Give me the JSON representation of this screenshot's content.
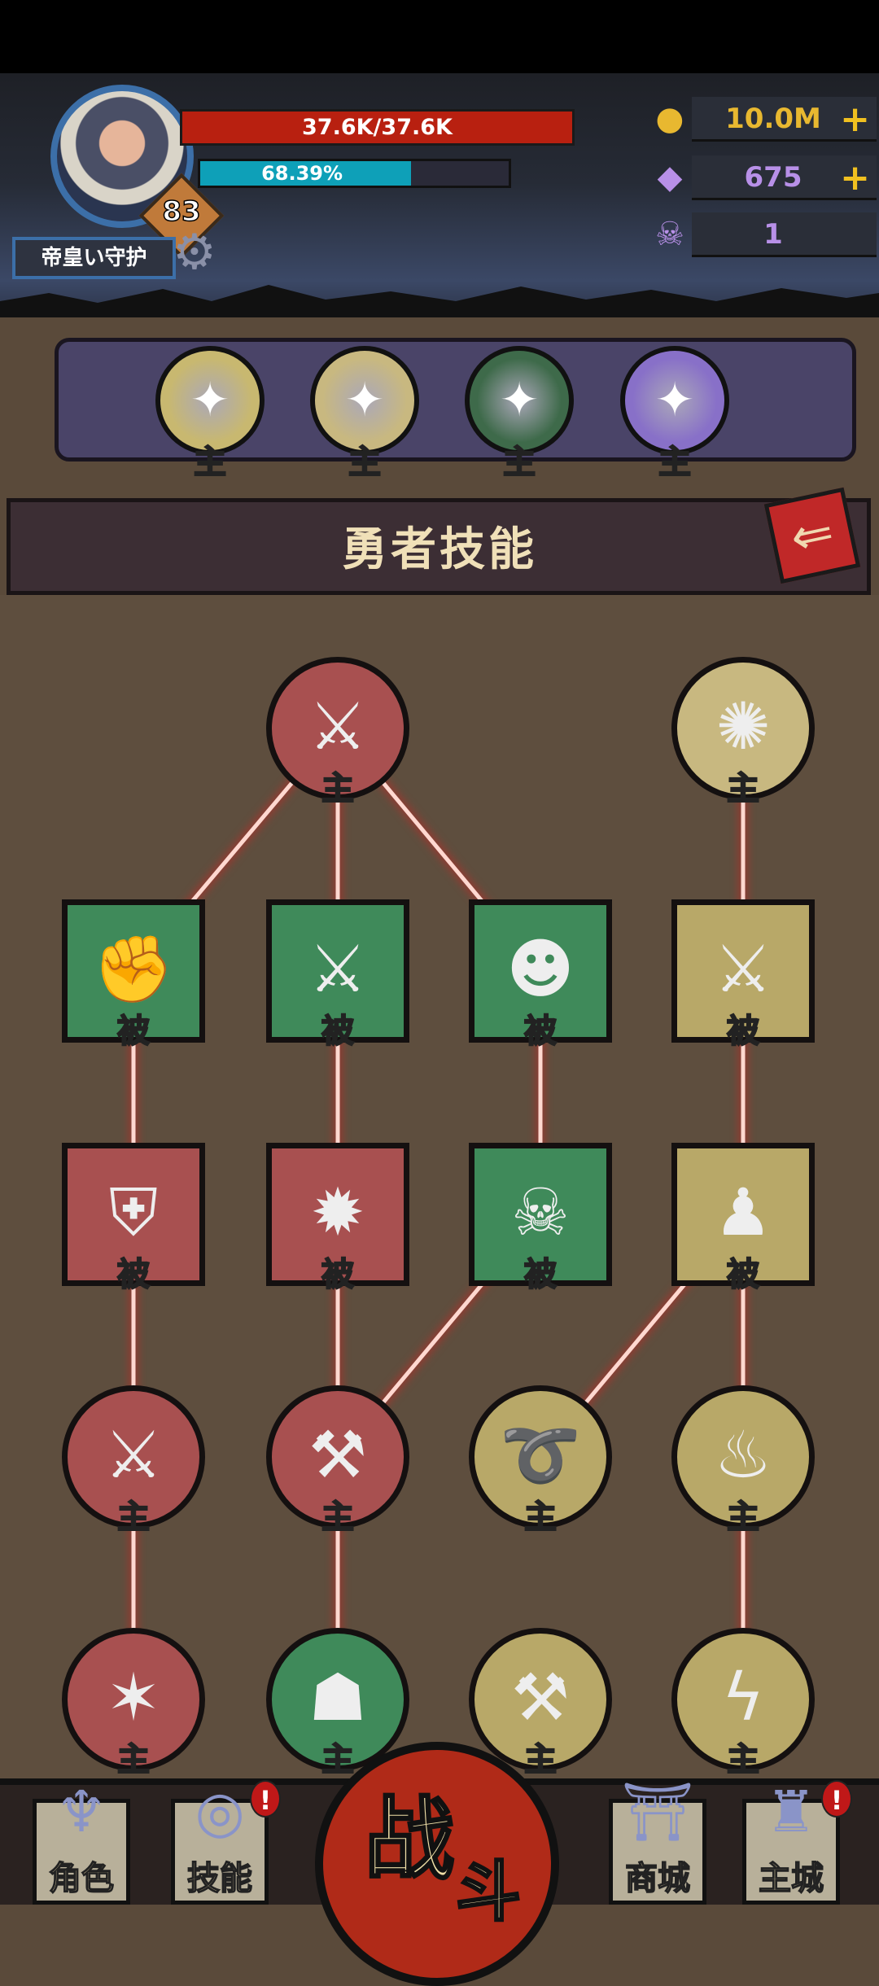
{
  "player": {
    "name": "帝皇い守护",
    "level": "83",
    "hp_text": "37.6K/37.6K",
    "xp_text": "68.39%",
    "xp_percent": 68.39
  },
  "currencies": [
    {
      "icon": "gold-coin-icon",
      "value": "10.0M",
      "has_plus": true,
      "color": "#e8b830"
    },
    {
      "icon": "purple-crystal-icon",
      "value": "675",
      "has_plus": true,
      "color": "#b890e8"
    },
    {
      "icon": "ram-skull-icon",
      "value": "1",
      "has_plus": false,
      "color": "#b890e8"
    }
  ],
  "equipped_skills": [
    {
      "icon": "lightning-blade-icon",
      "label": "主",
      "color": "#c8b870"
    },
    {
      "icon": "radiant-target-icon",
      "label": "主",
      "color": "#c8b880"
    },
    {
      "icon": "hooded-assassin-icon",
      "label": "主",
      "color": "#3e6a4a"
    },
    {
      "icon": "winged-figure-icon",
      "label": "主",
      "color": "#8870c8"
    }
  ],
  "title": "勇者技能",
  "back_icon": "arrow-left-icon",
  "skills": [
    {
      "row": 0,
      "col": 1,
      "shape": "circle",
      "icon": "clawed-blade-icon",
      "glyph": "⚔",
      "label": "主",
      "color": "#a85050"
    },
    {
      "row": 0,
      "col": 3,
      "shape": "circle",
      "icon": "radiant-target-icon",
      "glyph": "✺",
      "label": "主",
      "color": "#c8b880"
    },
    {
      "row": 1,
      "col": 0,
      "shape": "square",
      "icon": "stone-fist-icon",
      "glyph": "✊",
      "label": "被",
      "color": "#3f8a5a"
    },
    {
      "row": 1,
      "col": 1,
      "shape": "square",
      "icon": "flaming-sword-icon",
      "glyph": "⚔",
      "label": "被",
      "color": "#3f8a5a"
    },
    {
      "row": 1,
      "col": 2,
      "shape": "square",
      "icon": "glowing-figure-icon",
      "glyph": "☻",
      "label": "被",
      "color": "#3f8a5a"
    },
    {
      "row": 1,
      "col": 3,
      "shape": "square",
      "icon": "blade-icon",
      "glyph": "⚔",
      "label": "被",
      "color": "#b8a868"
    },
    {
      "row": 2,
      "col": 0,
      "shape": "square",
      "icon": "sword-shield-icon",
      "glyph": "⛨",
      "label": "被",
      "color": "#a85050"
    },
    {
      "row": 2,
      "col": 1,
      "shape": "square",
      "icon": "sword-impact-icon",
      "glyph": "✹",
      "label": "被",
      "color": "#a85050"
    },
    {
      "row": 2,
      "col": 2,
      "shape": "square",
      "icon": "wolf-head-icon",
      "glyph": "☠",
      "label": "被",
      "color": "#3f8a5a"
    },
    {
      "row": 2,
      "col": 3,
      "shape": "square",
      "icon": "warrior-pose-icon",
      "glyph": "♟",
      "label": "被",
      "color": "#b8a868"
    },
    {
      "row": 3,
      "col": 0,
      "shape": "circle",
      "icon": "sword-slash-icon",
      "glyph": "⚔",
      "label": "主",
      "color": "#a85050"
    },
    {
      "row": 3,
      "col": 1,
      "shape": "circle",
      "icon": "hammer-icon",
      "glyph": "⚒",
      "label": "主",
      "color": "#a85050"
    },
    {
      "row": 3,
      "col": 2,
      "shape": "circle",
      "icon": "spiked-whip-icon",
      "glyph": "➰",
      "label": "主",
      "color": "#b8a868"
    },
    {
      "row": 3,
      "col": 3,
      "shape": "circle",
      "icon": "fire-blade-icon",
      "glyph": "♨",
      "label": "主",
      "color": "#b8a868"
    },
    {
      "row": 4,
      "col": 0,
      "shape": "circle",
      "icon": "whirlwind-slash-icon",
      "glyph": "✶",
      "label": "主",
      "color": "#a85050"
    },
    {
      "row": 4,
      "col": 1,
      "shape": "circle",
      "icon": "hooded-assassin-icon",
      "glyph": "☗",
      "label": "主",
      "color": "#3f8a5a"
    },
    {
      "row": 4,
      "col": 2,
      "shape": "circle",
      "icon": "axe-icon",
      "glyph": "⚒",
      "label": "主",
      "color": "#b8a868"
    },
    {
      "row": 4,
      "col": 3,
      "shape": "circle",
      "icon": "lightning-blade-icon",
      "glyph": "ϟ",
      "label": "主",
      "color": "#b8a868"
    }
  ],
  "nav": [
    {
      "id": "character",
      "label": "角色",
      "icon": "helmet-icon",
      "glyph": "♆",
      "badge": ""
    },
    {
      "id": "skills",
      "label": "技能",
      "icon": "swirl-icon",
      "glyph": "◎",
      "badge": "!"
    },
    {
      "id": "shop",
      "label": "商城",
      "icon": "pagoda-icon",
      "glyph": "⛩",
      "badge": ""
    },
    {
      "id": "main-city",
      "label": "主城",
      "icon": "castle-icon",
      "glyph": "♜",
      "badge": "!"
    }
  ],
  "battle": {
    "label_1": "战",
    "label_2": "斗",
    "color": "#b02a18"
  }
}
